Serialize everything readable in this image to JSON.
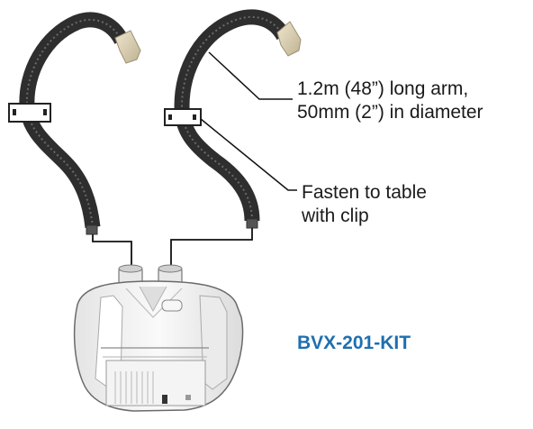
{
  "callouts": {
    "arm": {
      "line1": "1.2m (48”) long arm,",
      "line2": "50mm (2”) in diameter"
    },
    "clip": {
      "line1": "Fasten to table",
      "line2": "with clip"
    }
  },
  "product": {
    "model": "BVX-201-KIT"
  },
  "colors": {
    "model_label": "#1e6fb0",
    "hose": "#3a3a3a",
    "nozzle": "#d9cdb0",
    "unit_body": "#f2f2f2",
    "outline": "#555555"
  },
  "icons": {
    "left_arm": "flexible-extraction-arm",
    "right_arm": "flexible-extraction-arm",
    "unit": "fume-extractor-unit"
  }
}
